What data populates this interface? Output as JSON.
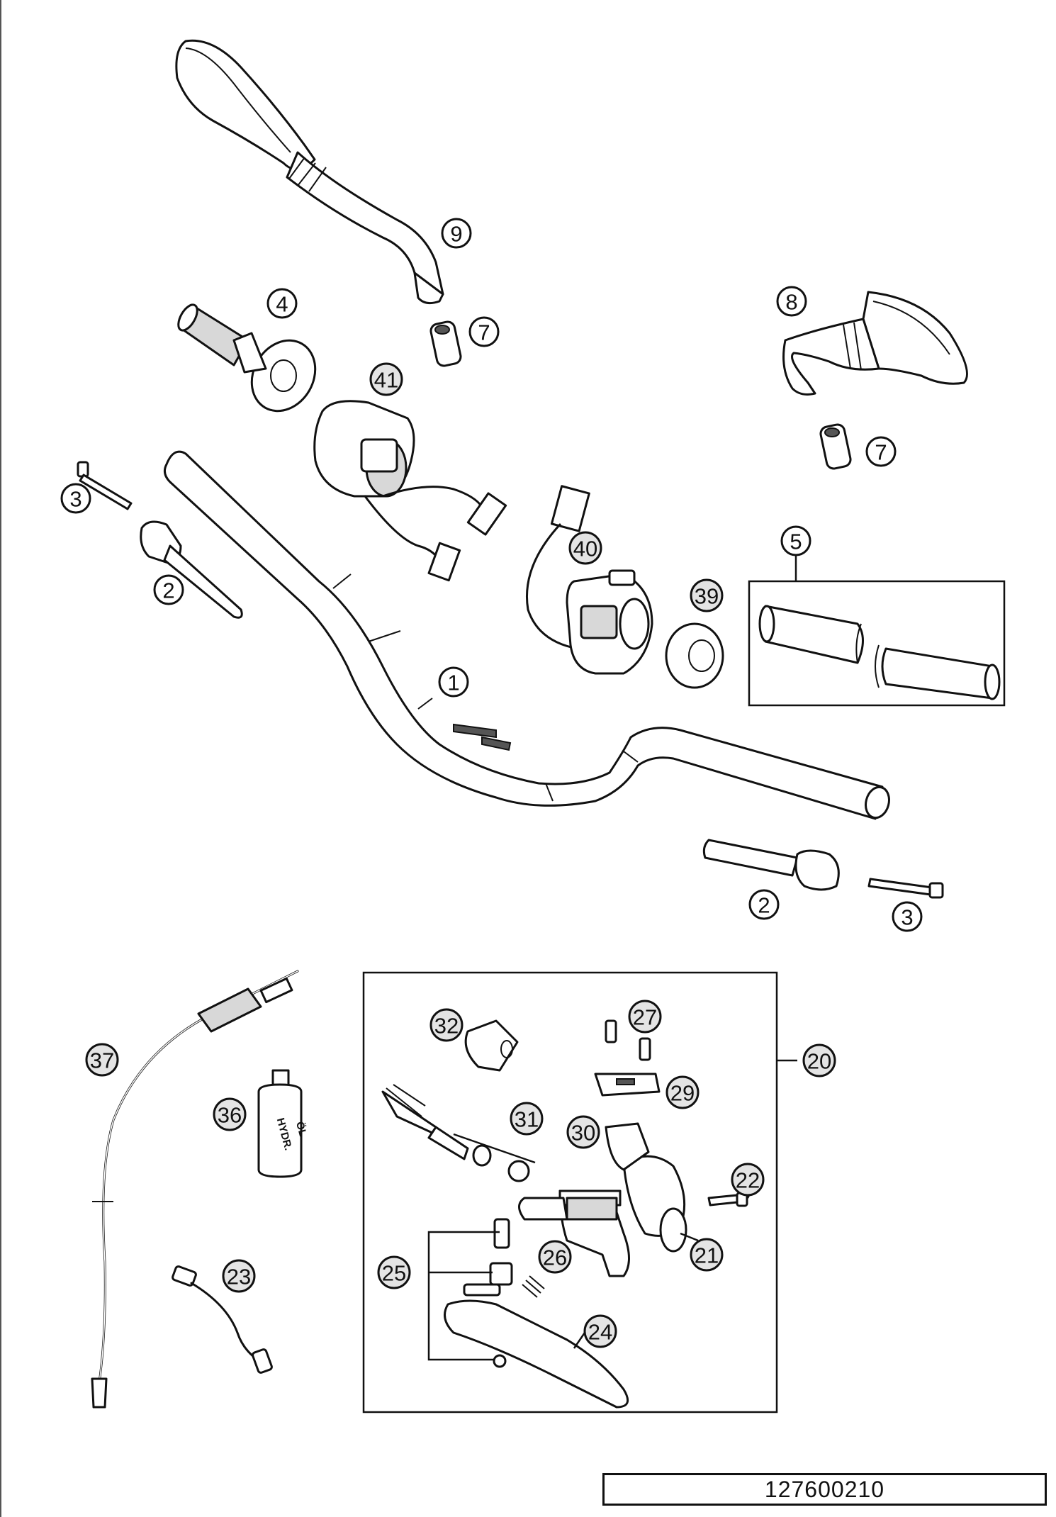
{
  "drawing_number": "127600210",
  "callouts": [
    {
      "id": "c1",
      "label": "1",
      "style": "plain"
    },
    {
      "id": "c2a",
      "label": "2",
      "style": "plain"
    },
    {
      "id": "c2b",
      "label": "2",
      "style": "plain"
    },
    {
      "id": "c3a",
      "label": "3",
      "style": "plain"
    },
    {
      "id": "c3b",
      "label": "3",
      "style": "plain"
    },
    {
      "id": "c4",
      "label": "4",
      "style": "plain"
    },
    {
      "id": "c5",
      "label": "5",
      "style": "plain"
    },
    {
      "id": "c7a",
      "label": "7",
      "style": "plain"
    },
    {
      "id": "c7b",
      "label": "7",
      "style": "plain"
    },
    {
      "id": "c8",
      "label": "8",
      "style": "plain"
    },
    {
      "id": "c9",
      "label": "9",
      "style": "plain"
    },
    {
      "id": "c20",
      "label": "20",
      "style": "filled"
    },
    {
      "id": "c21",
      "label": "21",
      "style": "filled"
    },
    {
      "id": "c22",
      "label": "22",
      "style": "filled"
    },
    {
      "id": "c23",
      "label": "23",
      "style": "filled"
    },
    {
      "id": "c24",
      "label": "24",
      "style": "filled"
    },
    {
      "id": "c25",
      "label": "25",
      "style": "filled"
    },
    {
      "id": "c26",
      "label": "26",
      "style": "filled"
    },
    {
      "id": "c27",
      "label": "27",
      "style": "filled"
    },
    {
      "id": "c29",
      "label": "29",
      "style": "filled"
    },
    {
      "id": "c30",
      "label": "30",
      "style": "filled"
    },
    {
      "id": "c31",
      "label": "31",
      "style": "filled"
    },
    {
      "id": "c32",
      "label": "32",
      "style": "filled"
    },
    {
      "id": "c36",
      "label": "36",
      "style": "filled"
    },
    {
      "id": "c37",
      "label": "37",
      "style": "filled"
    },
    {
      "id": "c39",
      "label": "39",
      "style": "filled"
    },
    {
      "id": "c40",
      "label": "40",
      "style": "filled"
    },
    {
      "id": "c41",
      "label": "41",
      "style": "filled"
    }
  ],
  "bottle_label": {
    "line1": "HYDR.",
    "line2": "ÖL"
  }
}
